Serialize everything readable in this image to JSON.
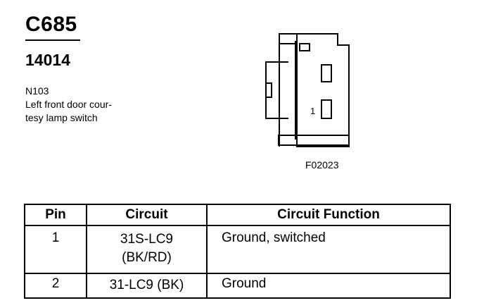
{
  "header": {
    "connector_code": "C685",
    "part_number": "14014",
    "description_lines": [
      "N103",
      "Left front door cour-",
      "tesy lamp switch"
    ]
  },
  "figure": {
    "pin_label": "1",
    "figure_id": "F02023"
  },
  "table": {
    "headers": [
      "Pin",
      "Circuit",
      "Circuit Function"
    ],
    "rows": [
      {
        "pin": "1",
        "circuit": [
          "31S-LC9",
          "(BK/RD)"
        ],
        "function": "Ground, switched"
      },
      {
        "pin": "2",
        "circuit": [
          "31-LC9 (BK)"
        ],
        "function": "Ground"
      }
    ]
  }
}
